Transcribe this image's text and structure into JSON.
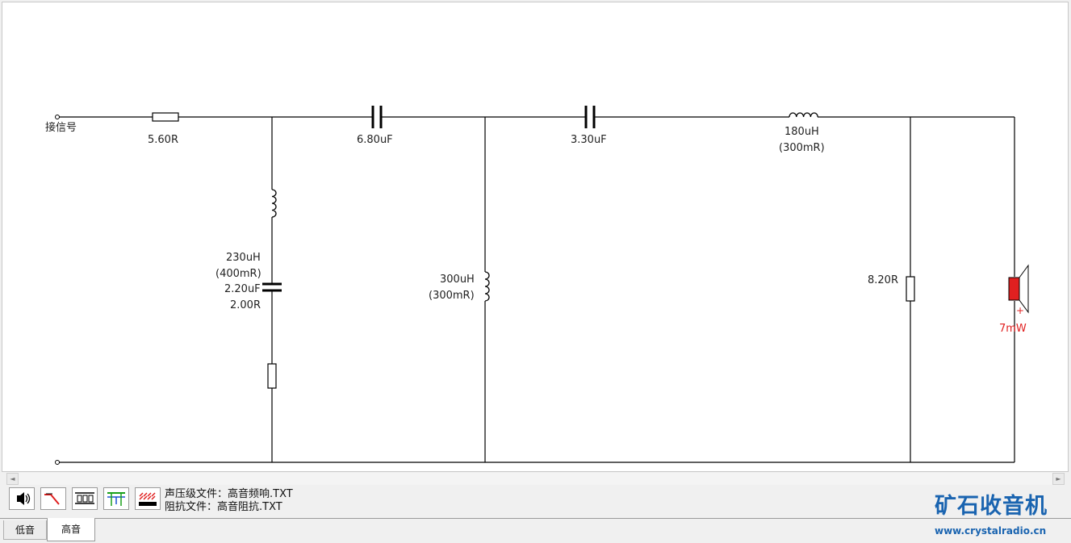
{
  "schematic": {
    "input_label": "接信号",
    "components": {
      "r_series": "5.60R",
      "c1": "6.80uF",
      "c2": "3.30uF",
      "l_series_value": "180uH",
      "l_series_resistance": "(300mR)",
      "l_notch_value": "230uH",
      "l_notch_resistance": "(400mR)",
      "c_notch": "2.20uF",
      "r_notch": "2.00R",
      "l_shunt_value": "300uH",
      "l_shunt_resistance": "(300mR)",
      "r_load": "8.20R",
      "speaker_power": "7mW",
      "speaker_polarity": "+"
    },
    "colors": {
      "wire": "#000000",
      "speaker": "#e02020",
      "power_label": "#e02020"
    }
  },
  "toolbar": {
    "buttons": [
      {
        "icon": "speaker-icon"
      },
      {
        "icon": "response-curve-icon"
      },
      {
        "icon": "driver-params-icon"
      },
      {
        "icon": "filter-icon"
      },
      {
        "icon": "impedance-icon"
      }
    ]
  },
  "files": {
    "spl_file": "声压级文件：高音频响.TXT",
    "impedance_file": "阻抗文件：高音阻抗.TXT"
  },
  "tabs": [
    {
      "label": "低音",
      "active": false
    },
    {
      "label": "高音",
      "active": true
    }
  ],
  "watermark": {
    "name": "矿石收音机",
    "url": "www.crystalradio.cn",
    "color": "#1a64b0"
  }
}
